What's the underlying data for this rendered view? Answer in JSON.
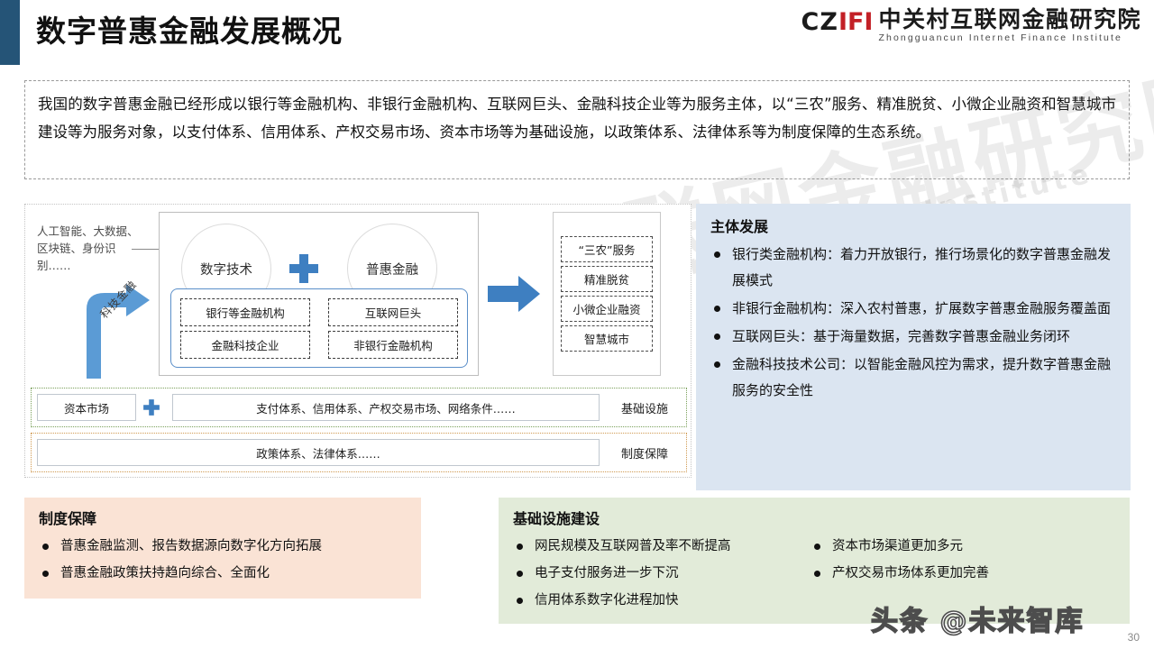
{
  "header": {
    "title": "数字普惠金融发展概况",
    "accent_color": "#255477",
    "logo": {
      "mark_c": "C",
      "mark_z": "Z",
      "mark_ifi": "IFI",
      "cn": "中关村互联网金融研究院",
      "en": "Zhongguancun Internet Finance Institute",
      "red": "#c32026"
    }
  },
  "intro": {
    "text": "我国的数字普惠金融已经形成以银行等金融机构、非银行金融机构、互联网巨头、金融科技企业等为服务主体，以“三农”服务、精准脱贫、小微企业融资和智慧城市建设等为服务对象，以支付体系、信用体系、产权交易市场、资本市场等为基础设施，以政策体系、法律体系等为制度保障的生态系统。"
  },
  "diagram": {
    "tech_label": "人工智能、大数据、区块链、身份识别……",
    "arrow_label": "科技金融",
    "circle_left": "数字技术",
    "circle_right": "普惠金融",
    "plus_icon": "plus-icon",
    "right_arrow_icon": "arrow-right-icon",
    "subjects_left": [
      "银行等金融机构",
      "金融科技企业"
    ],
    "subjects_right": [
      "互联网巨头",
      "非银行金融机构"
    ],
    "targets": [
      "“三农”服务",
      "精准脱贫",
      "小微企业融资",
      "智慧城市"
    ],
    "infra_row": {
      "left_cell": "资本市场",
      "main_cell": "支付体系、信用体系、产权交易市场、网络条件……",
      "tag": "基础设施",
      "border_color": "#7aa05a"
    },
    "policy_row": {
      "main_cell": "政策体系、法律体系……",
      "tag": "制度保障",
      "border_color": "#d09a52"
    }
  },
  "subject_dev": {
    "title": "主体发展",
    "bg": "#dbe5f1",
    "items": [
      "银行类金融机构：着力开放银行，推行场景化的数字普惠金融发展模式",
      "非银行金融机构：深入农村普惠，扩展数字普惠金融服务覆盖面",
      "互联网巨头：基于海量数据，完善数字普惠金融业务闭环",
      "金融科技技术公司：以智能金融风控为需求，提升数字普惠金融服务的安全性"
    ]
  },
  "guarantee": {
    "title": "制度保障",
    "bg": "#fae3d5",
    "items": [
      "普惠金融监测、报告数据源向数字化方向拓展",
      "普惠金融政策扶持趋向综合、全面化"
    ]
  },
  "infrastructure": {
    "title": "基础设施建设",
    "bg": "#e2ebd9",
    "items_left": [
      "网民规模及互联网普及率不断提高",
      "电子支付服务进一步下沉",
      "信用体系数字化进程加快"
    ],
    "items_right": [
      "资本市场渠道更加多元",
      "产权交易市场体系更加完善"
    ]
  },
  "watermarks": {
    "center_cn": "中关村互联网金融研究院",
    "center_en": "Zhongguancun Internet Finance Institute",
    "logo_a": "C",
    "logo_b": "ZIFI",
    "bottom": "头条 @未来智库"
  },
  "footer": {
    "page_number": "30"
  }
}
